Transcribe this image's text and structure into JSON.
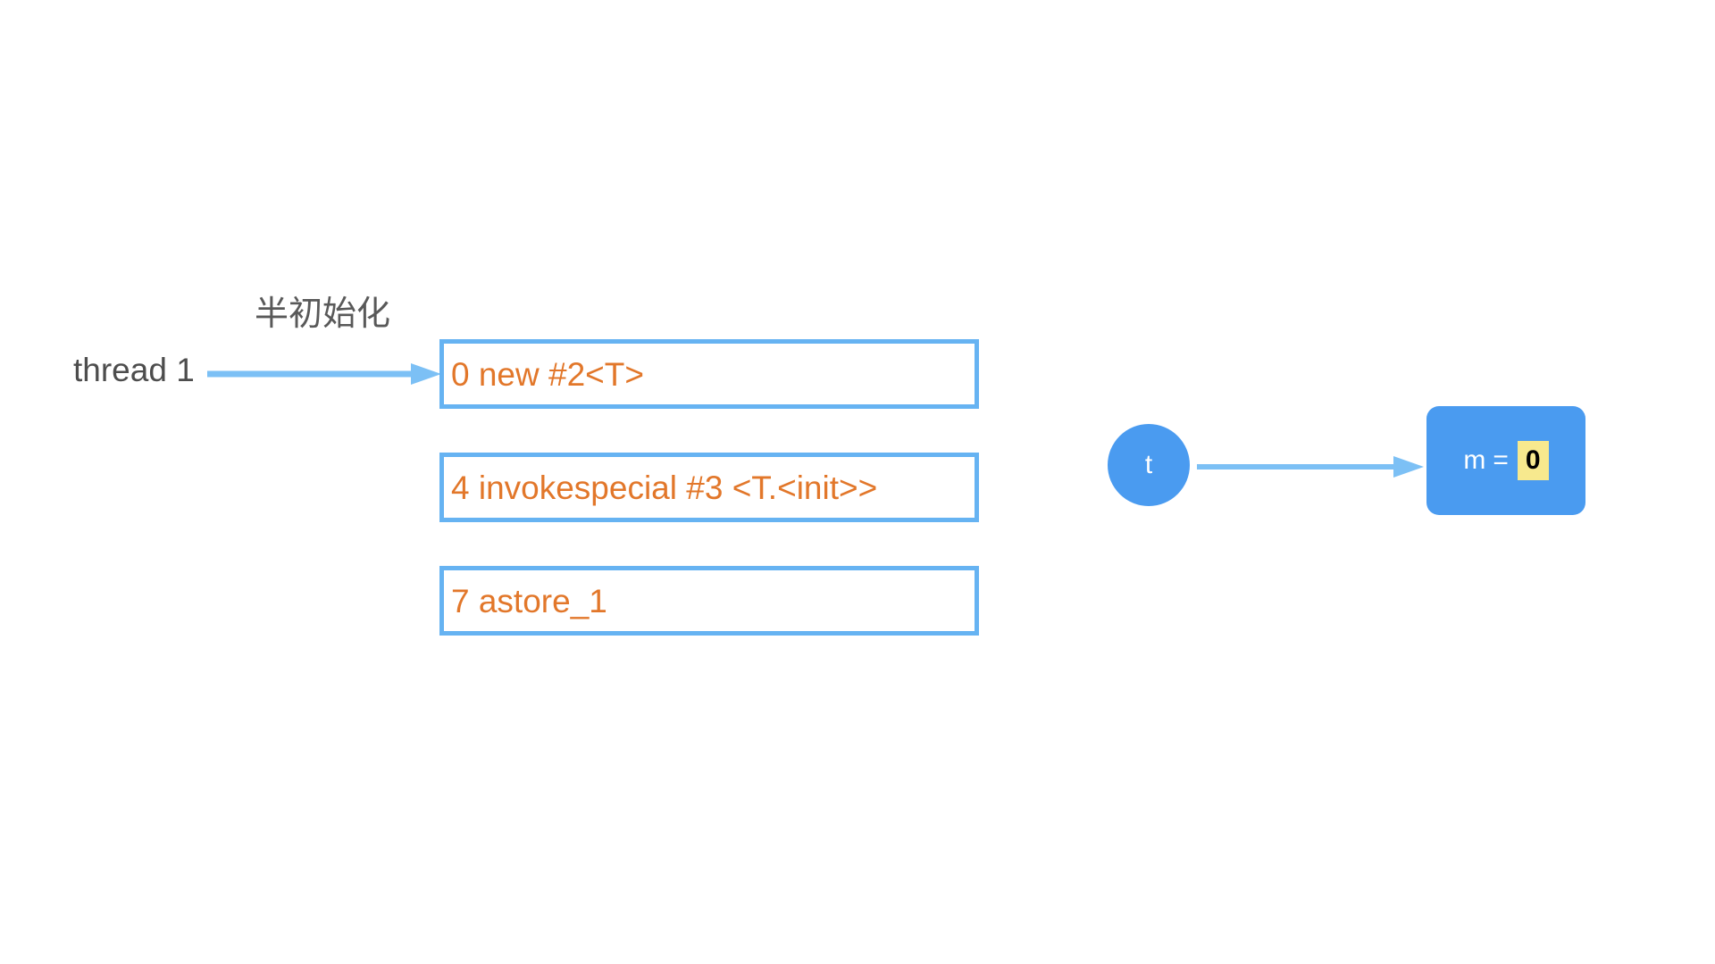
{
  "diagram": {
    "title": "JVM object half-initialization diagram",
    "background_color": "#ffffff",
    "accent_blue": "#66b3f2",
    "solid_blue": "#4a9bf0",
    "bytecode_orange": "#e2772a",
    "text_gray": "#4d4d4d",
    "highlight_yellow": "#f7e98e"
  },
  "thread": {
    "label": "thread 1"
  },
  "annotation": {
    "label": "半初始化"
  },
  "instructions": [
    {
      "text": "0 new #2<T>"
    },
    {
      "text": "4 invokespecial #3 <T.<init>>"
    },
    {
      "text": "7 astore_1"
    }
  ],
  "reference": {
    "label": "t"
  },
  "object": {
    "field_name": "m",
    "equals": "=",
    "field_value": "0"
  },
  "icons": {
    "thread_arrow": "arrow-right-icon",
    "object_arrow": "arrow-right-icon"
  }
}
